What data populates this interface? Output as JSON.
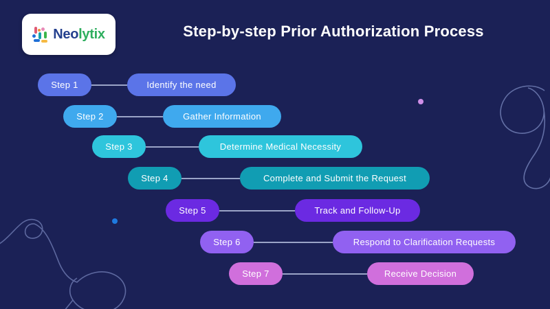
{
  "header": {
    "title": "Step-by-step Prior Authorization Process",
    "logo": {
      "name": "Neolytix",
      "text_primary": "Neo",
      "text_secondary": "lytix"
    }
  },
  "steps": [
    {
      "label": "Step 1",
      "text": "Identify the need",
      "color": "#5b74e8"
    },
    {
      "label": "Step 2",
      "text": "Gather Information",
      "color": "#3fa9ee"
    },
    {
      "label": "Step 3",
      "text": "Determine Medical Necessity",
      "color": "#2ec5dc"
    },
    {
      "label": "Step 4",
      "text": "Complete and Submit the Request",
      "color": "#119db3"
    },
    {
      "label": "Step 5",
      "text": "Track and Follow-Up",
      "color": "#6b2ae2"
    },
    {
      "label": "Step 6",
      "text": "Respond to Clarification Requests",
      "color": "#9161f1"
    },
    {
      "label": "Step 7",
      "text": "Receive Decision",
      "color": "#d06fdc"
    }
  ],
  "colors": {
    "background": "#1b2156",
    "connector_line": "#c7d0ee",
    "deco_dot_pink": "#cf8fe8",
    "deco_dot_blue": "#1e7ae0",
    "deco_line": "#9fb0e8"
  }
}
